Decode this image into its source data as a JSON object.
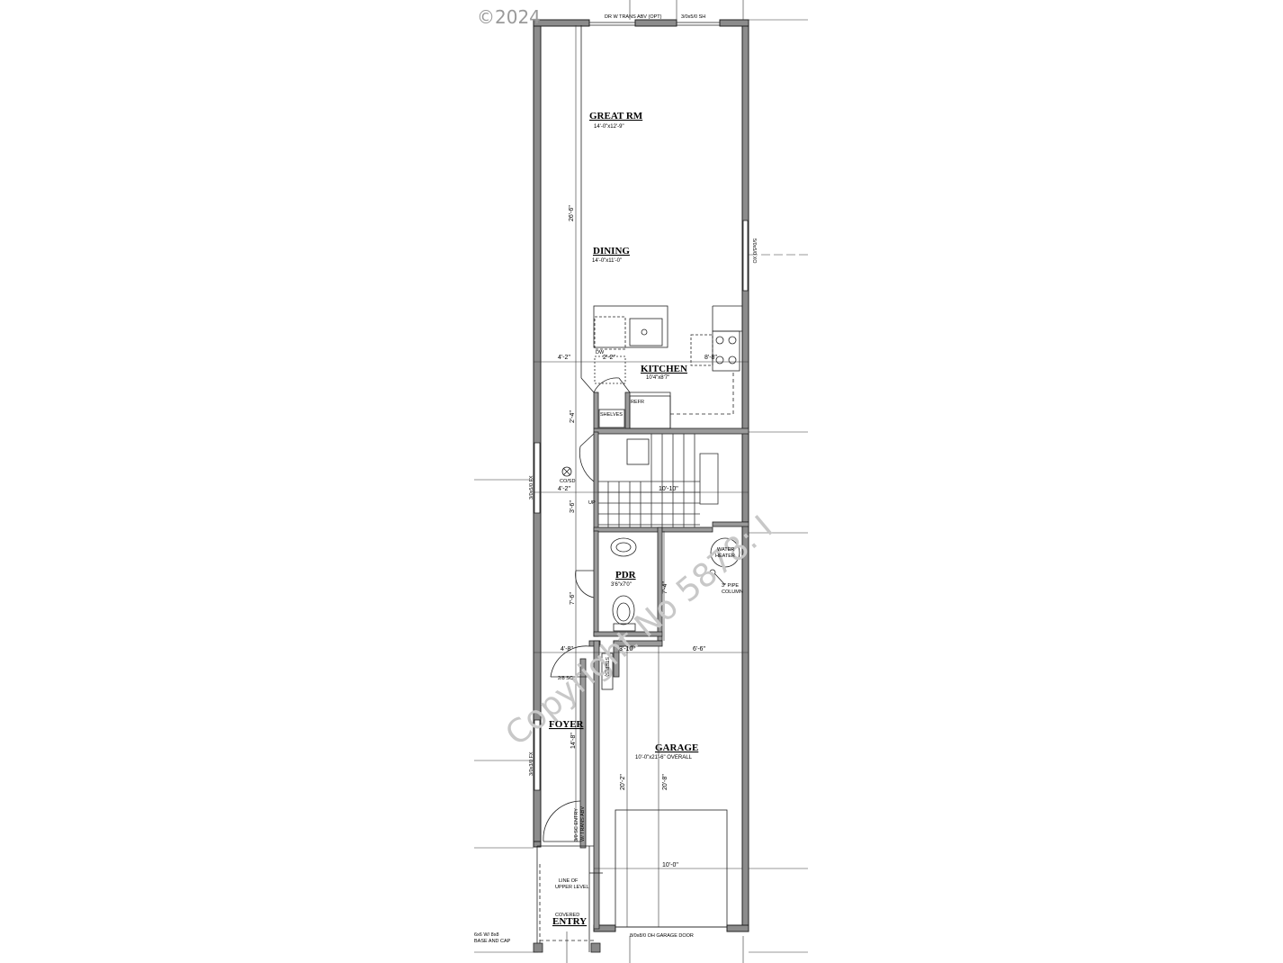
{
  "watermarks": {
    "copyright": "©2024",
    "diagonal": "Copyright No 5878: I"
  },
  "top_notes": {
    "door_note": "DR W TRANS ABV (OPT)",
    "window_note": "3/0x5/0 SH"
  },
  "rooms": {
    "great": {
      "name": "GREAT RM",
      "size": "14'-0\"x12'-9\""
    },
    "dining": {
      "name": "DINING",
      "size": "14'-0\"x11'-0\""
    },
    "kitchen": {
      "name": "KITCHEN",
      "size": "10'4\"x8'7\""
    },
    "pdr": {
      "name": "PDR",
      "size": "3'6\"x7'0\""
    },
    "foyer": {
      "name": "FOYER"
    },
    "garage": {
      "name": "GARAGE",
      "size": "10'-0\"x21'-6\" OVERALL"
    },
    "entry": {
      "name": "ENTRY",
      "sub": "COVERED"
    }
  },
  "labels": {
    "dw": "DW",
    "shelves": "SHELVES",
    "refr": "REFR",
    "cosd": "CO/SD",
    "up": "UP",
    "water_heater_1": "WATER",
    "water_heater_2": "HEATER",
    "pipe_1": "3\" PIPE",
    "pipe_2": "COLUMN",
    "door_28": "2/8 SC",
    "steps": "STEP(S)",
    "upper_1": "LINE OF",
    "upper_2": "UPPER LEVEL",
    "post_1": "6x6 W/ 8x8",
    "post_2": "BASE AND CAP",
    "garage_door": "8/0x8/0 OH GARAGE DOOR",
    "entry_door_1": "3/0 SC ENTRY",
    "entry_door_2": "W/ TRANS ABV",
    "window_right": "5/0x5/0 XO",
    "window_left_1": "3/0x5/0 FX",
    "window_left_2": "3/0x3/0 FX"
  },
  "dimensions": {
    "d_26_6": "26'-6\"",
    "d_4_2a": "4'-2\"",
    "d_2_2": "2'-2\"",
    "d_8_8": "8'-8\"",
    "d_2_4": "2'-4\"",
    "d_4_2b": "4'-2\"",
    "d_10_10": "10'-10\"",
    "d_3_6": "3'-6\"",
    "d_7_6": "7'-6\"",
    "d_7_4": "7'-4\"",
    "d_4_8": "4'-8\"",
    "d_3_10": "3'-10\"",
    "d_6_6": "6'-6\"",
    "d_14_8": "14'-8\"",
    "d_20_2": "20'-2\"",
    "d_20_8": "20'-8\"",
    "d_10_0": "10'-0\""
  }
}
